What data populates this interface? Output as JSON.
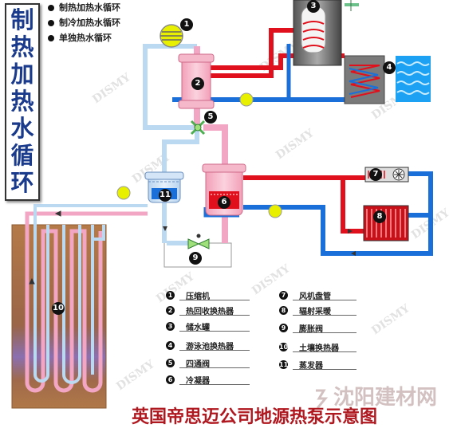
{
  "title_chars": [
    "制",
    "热",
    "加",
    "热",
    "水",
    "循",
    "环"
  ],
  "modes": [
    "制热加热水循环",
    "制冷加热水循环",
    "单独热水循环"
  ],
  "component_numbers": [
    "1",
    "2",
    "3",
    "4",
    "5",
    "6",
    "7",
    "8",
    "9",
    "10",
    "11"
  ],
  "legend": [
    {
      "num": "1",
      "label": "压缩机"
    },
    {
      "num": "2",
      "label": "热回收换热器"
    },
    {
      "num": "3",
      "label": "储水罐"
    },
    {
      "num": "4",
      "label": "游泳池换热器"
    },
    {
      "num": "5",
      "label": "四通阀"
    },
    {
      "num": "6",
      "label": "冷凝器"
    },
    {
      "num": "7",
      "label": "风机盘管"
    },
    {
      "num": "8",
      "label": "辐射采暖"
    },
    {
      "num": "9",
      "label": "膨胀阀"
    },
    {
      "num": "10",
      "label": "土壤换热器"
    },
    {
      "num": "11",
      "label": "蒸发器"
    }
  ],
  "caption": "英国帝思迈公司地源热泵示意图",
  "watermark": "沈阳建材网",
  "background_watermark": "DISMY",
  "colors": {
    "hot_pipe": "#e0101c",
    "cold_pipe": "#1a6fd8",
    "pink_pipe": "#f3a6c4",
    "light_blue_pipe": "#bcd9f2",
    "title_text": "#1a3a8c",
    "caption_text": "#b01820",
    "pump": "#e8f000",
    "ground": "#a86a3c",
    "pool_water": "#1da1f2"
  }
}
